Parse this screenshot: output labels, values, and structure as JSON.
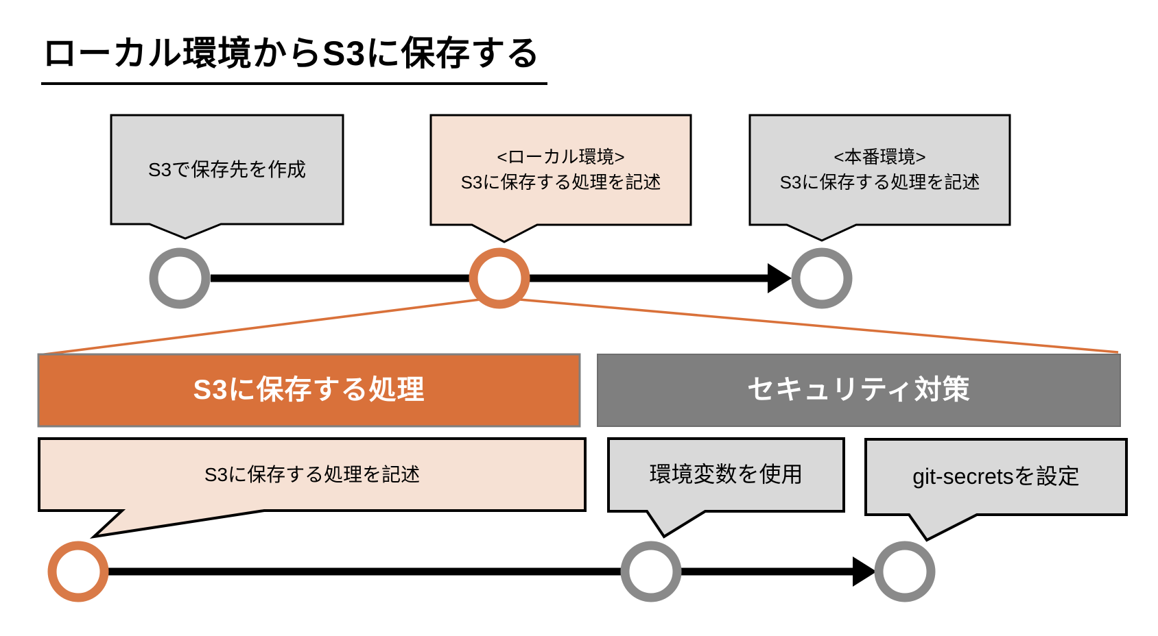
{
  "title": {
    "text": "ローカル環境からS3に保存する"
  },
  "top_timeline": {
    "callouts": [
      {
        "line1": "S3で保存先を作成",
        "variant": "gray"
      },
      {
        "line1": "<ローカル環境>",
        "line2": "S3に保存する処理を記述",
        "variant": "peach"
      },
      {
        "line1": "<本番環境>",
        "line2": "S3に保存する処理を記述",
        "variant": "gray"
      }
    ],
    "nodes": [
      {
        "name": "start-node",
        "color": "gray"
      },
      {
        "name": "local-node",
        "color": "orange"
      },
      {
        "name": "production-node",
        "color": "gray"
      }
    ]
  },
  "sections": [
    {
      "header": "S3に保存する処理",
      "variant": "orange"
    },
    {
      "header": "セキュリティ対策",
      "variant": "gray"
    }
  ],
  "detail_timeline": {
    "callouts": [
      {
        "label": "S3に保存する処理を記述",
        "variant": "peach"
      },
      {
        "label": "環境変数を使用",
        "variant": "gray"
      },
      {
        "label": "git-secretsを設定",
        "variant": "gray"
      }
    ],
    "nodes": [
      {
        "name": "detail-start-node",
        "color": "orange"
      },
      {
        "name": "env-var-node",
        "color": "gray"
      },
      {
        "name": "git-secrets-node",
        "color": "gray"
      }
    ]
  },
  "colors": {
    "accent_orange": "#D9713A",
    "ring_orange": "#D97A48",
    "peach_fill": "#F6E1D4",
    "light_gray_fill": "#D9D9D9",
    "mid_gray": "#7F7F7F",
    "ring_gray": "#8A8A8A",
    "line_black": "#000000"
  }
}
